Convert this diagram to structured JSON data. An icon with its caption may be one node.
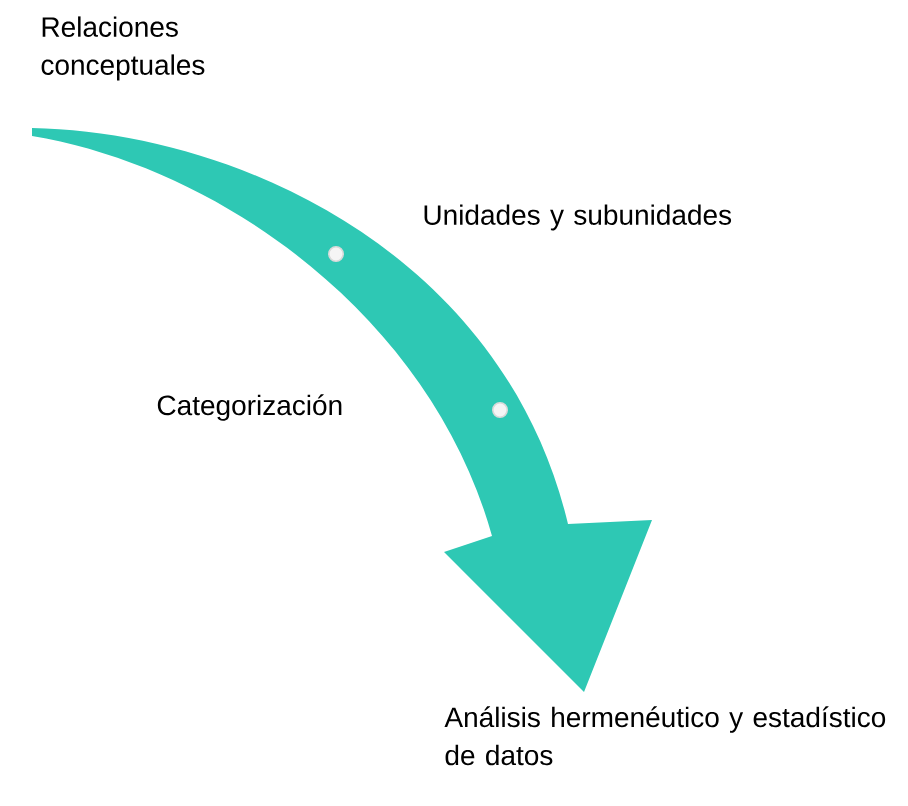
{
  "diagram": {
    "labels": [
      "Relaciones conceptuales",
      "Unidades y subunidades",
      "Categorización",
      "Análisis hermenéutico y estadístico de datos"
    ]
  }
}
